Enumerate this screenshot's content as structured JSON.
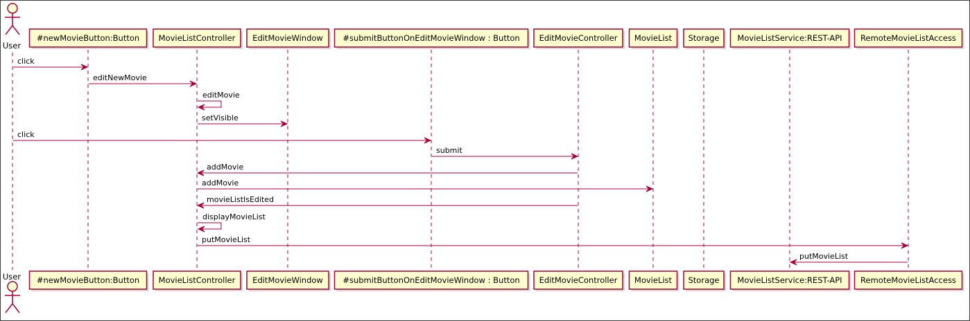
{
  "diagram": {
    "actor": {
      "label": "User"
    },
    "participants": [
      {
        "id": "btn",
        "label": "#newMovieButton:Button"
      },
      {
        "id": "mlc",
        "label": "MovieListController"
      },
      {
        "id": "emw",
        "label": "EditMovieWindow"
      },
      {
        "id": "sub",
        "label": "#submitButtonOnEditMovieWindow : Button"
      },
      {
        "id": "emc",
        "label": "EditMovieController"
      },
      {
        "id": "ml",
        "label": "MovieList"
      },
      {
        "id": "st",
        "label": "Storage"
      },
      {
        "id": "mls",
        "label": "MovieListService:REST-API"
      },
      {
        "id": "rma",
        "label": "RemoteMovieListAccess"
      }
    ],
    "messages": [
      {
        "from": "user",
        "to": "btn",
        "label": "click"
      },
      {
        "from": "btn",
        "to": "mlc",
        "label": "editNewMovie"
      },
      {
        "from": "mlc",
        "to": "mlc",
        "label": "editMovie"
      },
      {
        "from": "mlc",
        "to": "emw",
        "label": "setVisible"
      },
      {
        "from": "user",
        "to": "sub",
        "label": "click"
      },
      {
        "from": "sub",
        "to": "emc",
        "label": "submit"
      },
      {
        "from": "emc",
        "to": "mlc",
        "label": "addMovie"
      },
      {
        "from": "mlc",
        "to": "ml",
        "label": "addMovie"
      },
      {
        "from": "emc",
        "to": "mlc",
        "label": "movieListIsEdited"
      },
      {
        "from": "mlc",
        "to": "mlc",
        "label": "displayMovieList"
      },
      {
        "from": "mlc",
        "to": "rma",
        "label": "putMovieList"
      },
      {
        "from": "rma",
        "to": "mls",
        "label": "putMovieList"
      }
    ],
    "colors": {
      "box_fill": "#FEFECE",
      "box_stroke": "#A80036",
      "line": "#A80036",
      "text": "#000000"
    }
  }
}
